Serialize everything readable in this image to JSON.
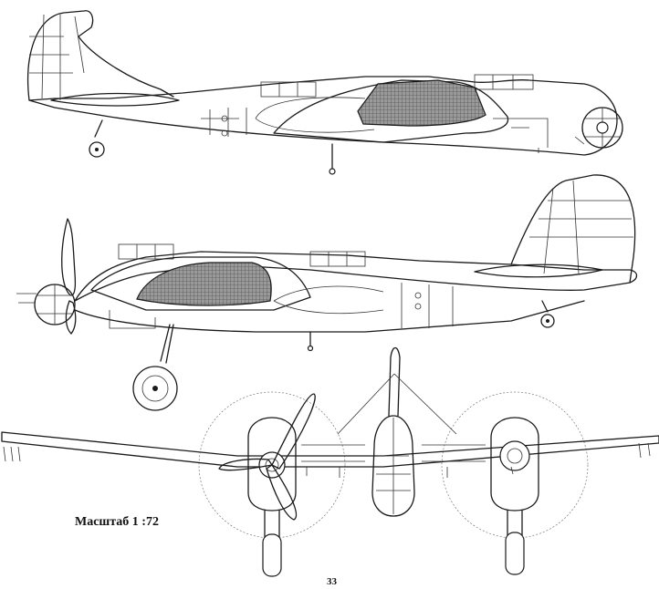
{
  "scale_label": "Масштаб 1 :72",
  "page_number": "33",
  "views": [
    {
      "name": "side-view-left",
      "icon": "aircraft-side-profile-icon"
    },
    {
      "name": "side-view-right",
      "icon": "aircraft-side-profile-icon"
    },
    {
      "name": "front-view",
      "icon": "aircraft-front-view-icon"
    }
  ],
  "colors": {
    "line": "#1a1a1a",
    "background": "#ffffff"
  }
}
